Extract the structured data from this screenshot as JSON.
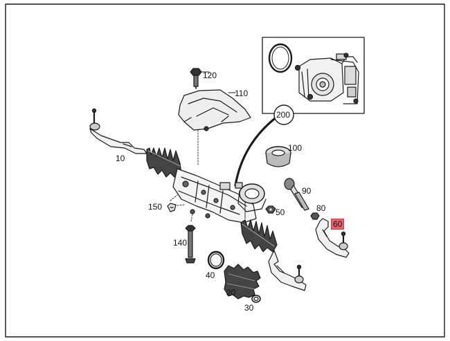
{
  "diagram": {
    "highlight_color": "#e8646a",
    "line_color": "#1a1a1a",
    "parts": [
      {
        "id": "p10",
        "label": "10"
      },
      {
        "id": "p20",
        "label": "20"
      },
      {
        "id": "p30",
        "label": "30"
      },
      {
        "id": "p40",
        "label": "40"
      },
      {
        "id": "p50",
        "label": "50"
      },
      {
        "id": "p60",
        "label": "60",
        "highlighted": true
      },
      {
        "id": "p80",
        "label": "80"
      },
      {
        "id": "p90",
        "label": "90"
      },
      {
        "id": "p100",
        "label": "100"
      },
      {
        "id": "p110",
        "label": "110"
      },
      {
        "id": "p120",
        "label": "120"
      },
      {
        "id": "p140",
        "label": "140"
      },
      {
        "id": "p150",
        "label": "150"
      }
    ],
    "inset": {
      "label": "200"
    }
  }
}
